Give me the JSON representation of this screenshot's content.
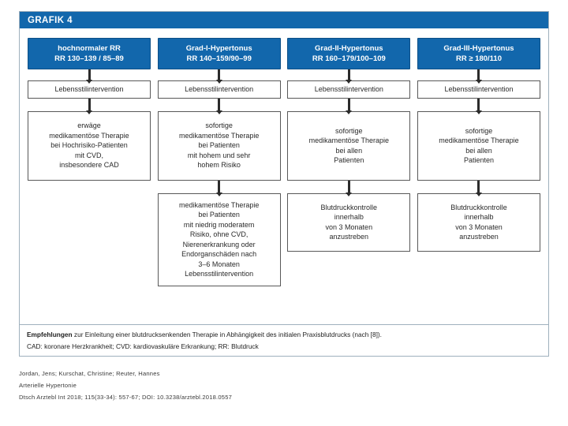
{
  "figure": {
    "header_label": "GRAFIK 4",
    "accent_color": "#1267ac"
  },
  "columns": [
    {
      "category_title": "hochnormaler RR",
      "category_range": "RR 130–139 / 85–89",
      "lifestyle": "Lebensstilintervention",
      "treatment": [
        "erwäge",
        "medikamentöse Therapie",
        "bei Hochrisiko-Patienten",
        "mit CVD,",
        "insbesondere CAD"
      ],
      "secondary": []
    },
    {
      "category_title": "Grad-I-Hypertonus",
      "category_range": "RR 140–159/90–99",
      "lifestyle": "Lebensstilintervention",
      "treatment": [
        "sofortige",
        "medikamentöse Therapie",
        "bei Patienten",
        "mit hohem und sehr",
        "hohem Risiko"
      ],
      "secondary": [
        "medikamentöse Therapie",
        "bei Patienten",
        "mit niedrig moderatem",
        "Risiko, ohne CVD,",
        "Nierenerkrankung oder",
        "Endorganschäden nach",
        "3–6 Monaten",
        "Lebensstilintervention"
      ]
    },
    {
      "category_title": "Grad-II-Hypertonus",
      "category_range": "RR 160–179/100–109",
      "lifestyle": "Lebensstilintervention",
      "treatment": [
        "sofortige",
        "medikamentöse Therapie",
        "bei allen",
        "Patienten"
      ],
      "secondary": [
        "Blutdruckkontrolle",
        "innerhalb",
        "von 3 Monaten",
        "anzustreben"
      ]
    },
    {
      "category_title": "Grad-III-Hypertonus",
      "category_range": "RR ≥ 180/110",
      "lifestyle": "Lebensstilintervention",
      "treatment": [
        "sofortige",
        "medikamentöse Therapie",
        "bei allen",
        "Patienten"
      ],
      "secondary": [
        "Blutdruckkontrolle",
        "innerhalb",
        "von 3 Monaten",
        "anzustreben"
      ]
    }
  ],
  "caption": {
    "bold_lead": "Empfehlungen",
    "rest": " zur Einleitung einer blutdrucksenkenden Therapie in Abhängigkeit des initialen Praxisblutdrucks (nach [8]).",
    "abbreviations": "CAD: koronare Herzkrankheit; CVD: kardiovaskuläre Erkrankung; RR: Blutdruck"
  },
  "citation": {
    "authors": "Jordan, Jens; Kurschat, Christine; Reuter, Hannes",
    "title": "Arterielle Hypertonie",
    "source": "Dtsch Arztebl Int 2018; 115(33-34): 557-67; DOI: 10.3238/arztebl.2018.0557"
  }
}
